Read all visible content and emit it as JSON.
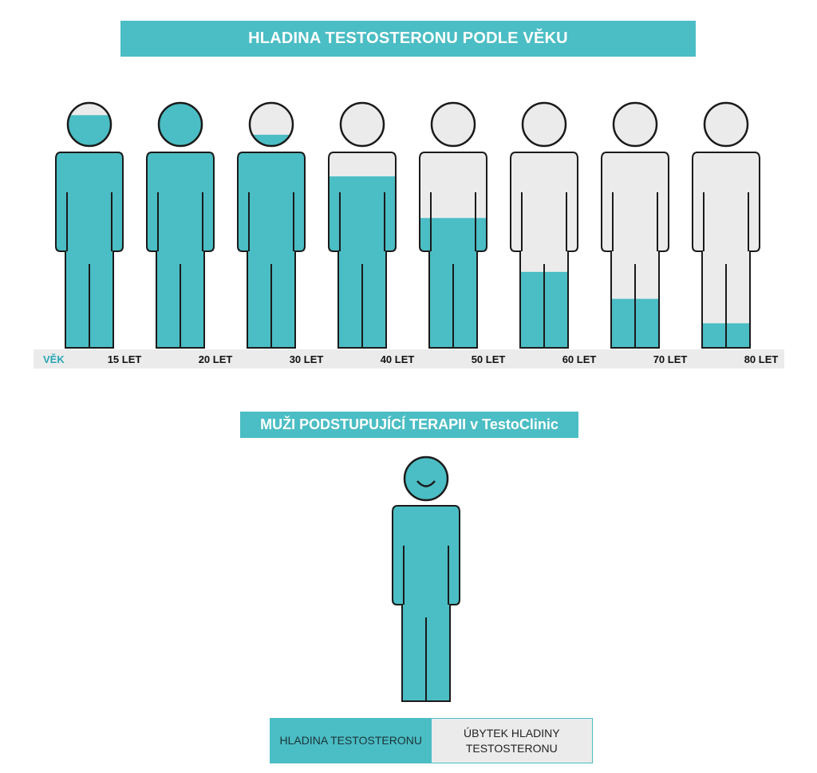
{
  "title": "HLADINA TESTOSTERONU PODLE VĚKU",
  "age_axis_label": "VĚK",
  "figures": [
    {
      "age_label": "15 LET",
      "level": 0.95
    },
    {
      "age_label": "20 LET",
      "level": 1.0
    },
    {
      "age_label": "30 LET",
      "level": 0.87
    },
    {
      "age_label": "40 LET",
      "level": 0.7
    },
    {
      "age_label": "50 LET",
      "level": 0.53
    },
    {
      "age_label": "60 LET",
      "level": 0.31
    },
    {
      "age_label": "70 LET",
      "level": 0.2
    },
    {
      "age_label": "80 LET",
      "level": 0.1
    }
  ],
  "therapy_title": "MUŽI PODSTUPUJÍCÍ TERAPII v TestoClinic",
  "therapy_figure": {
    "level": 1.0,
    "smile": true
  },
  "legend": {
    "level": "HLADINA TESTOSTERONU",
    "decline": "ÚBYTEK HLADINY TESTOSTERONU"
  },
  "colors": {
    "level": "#4bbdc4",
    "decline": "#ebebeb",
    "outline": "#1a1a1a"
  }
}
